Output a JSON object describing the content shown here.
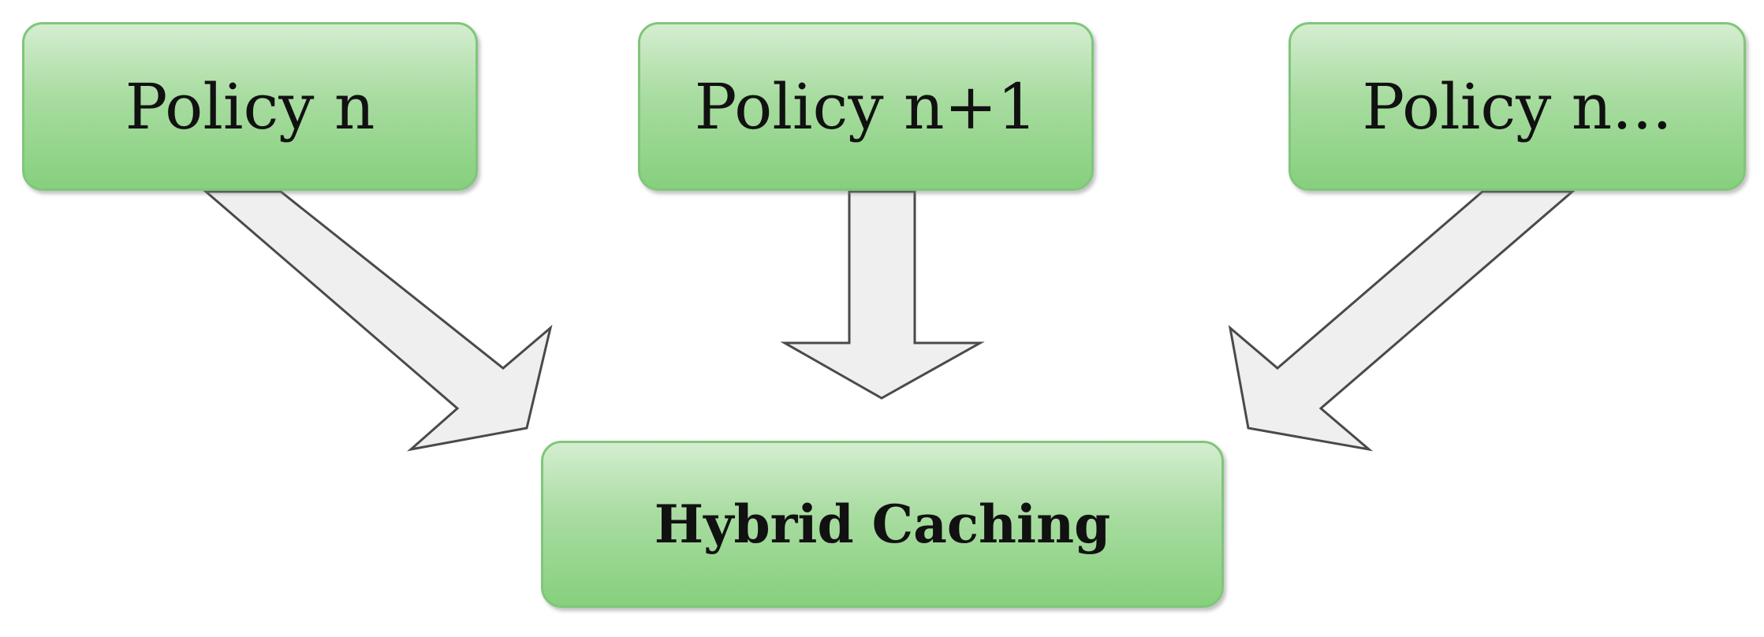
{
  "diagram": {
    "sources": [
      {
        "label": "Policy n"
      },
      {
        "label": "Policy n+1"
      },
      {
        "label": "Policy n..."
      }
    ],
    "target": {
      "label": "Hybrid Caching"
    },
    "colors": {
      "box_fill_top": "#d4edd0",
      "box_fill_bottom": "#86d07d",
      "box_border": "#7fc67a",
      "arrow_fill": "#efefef",
      "arrow_stroke": "#4a4a4a"
    }
  }
}
